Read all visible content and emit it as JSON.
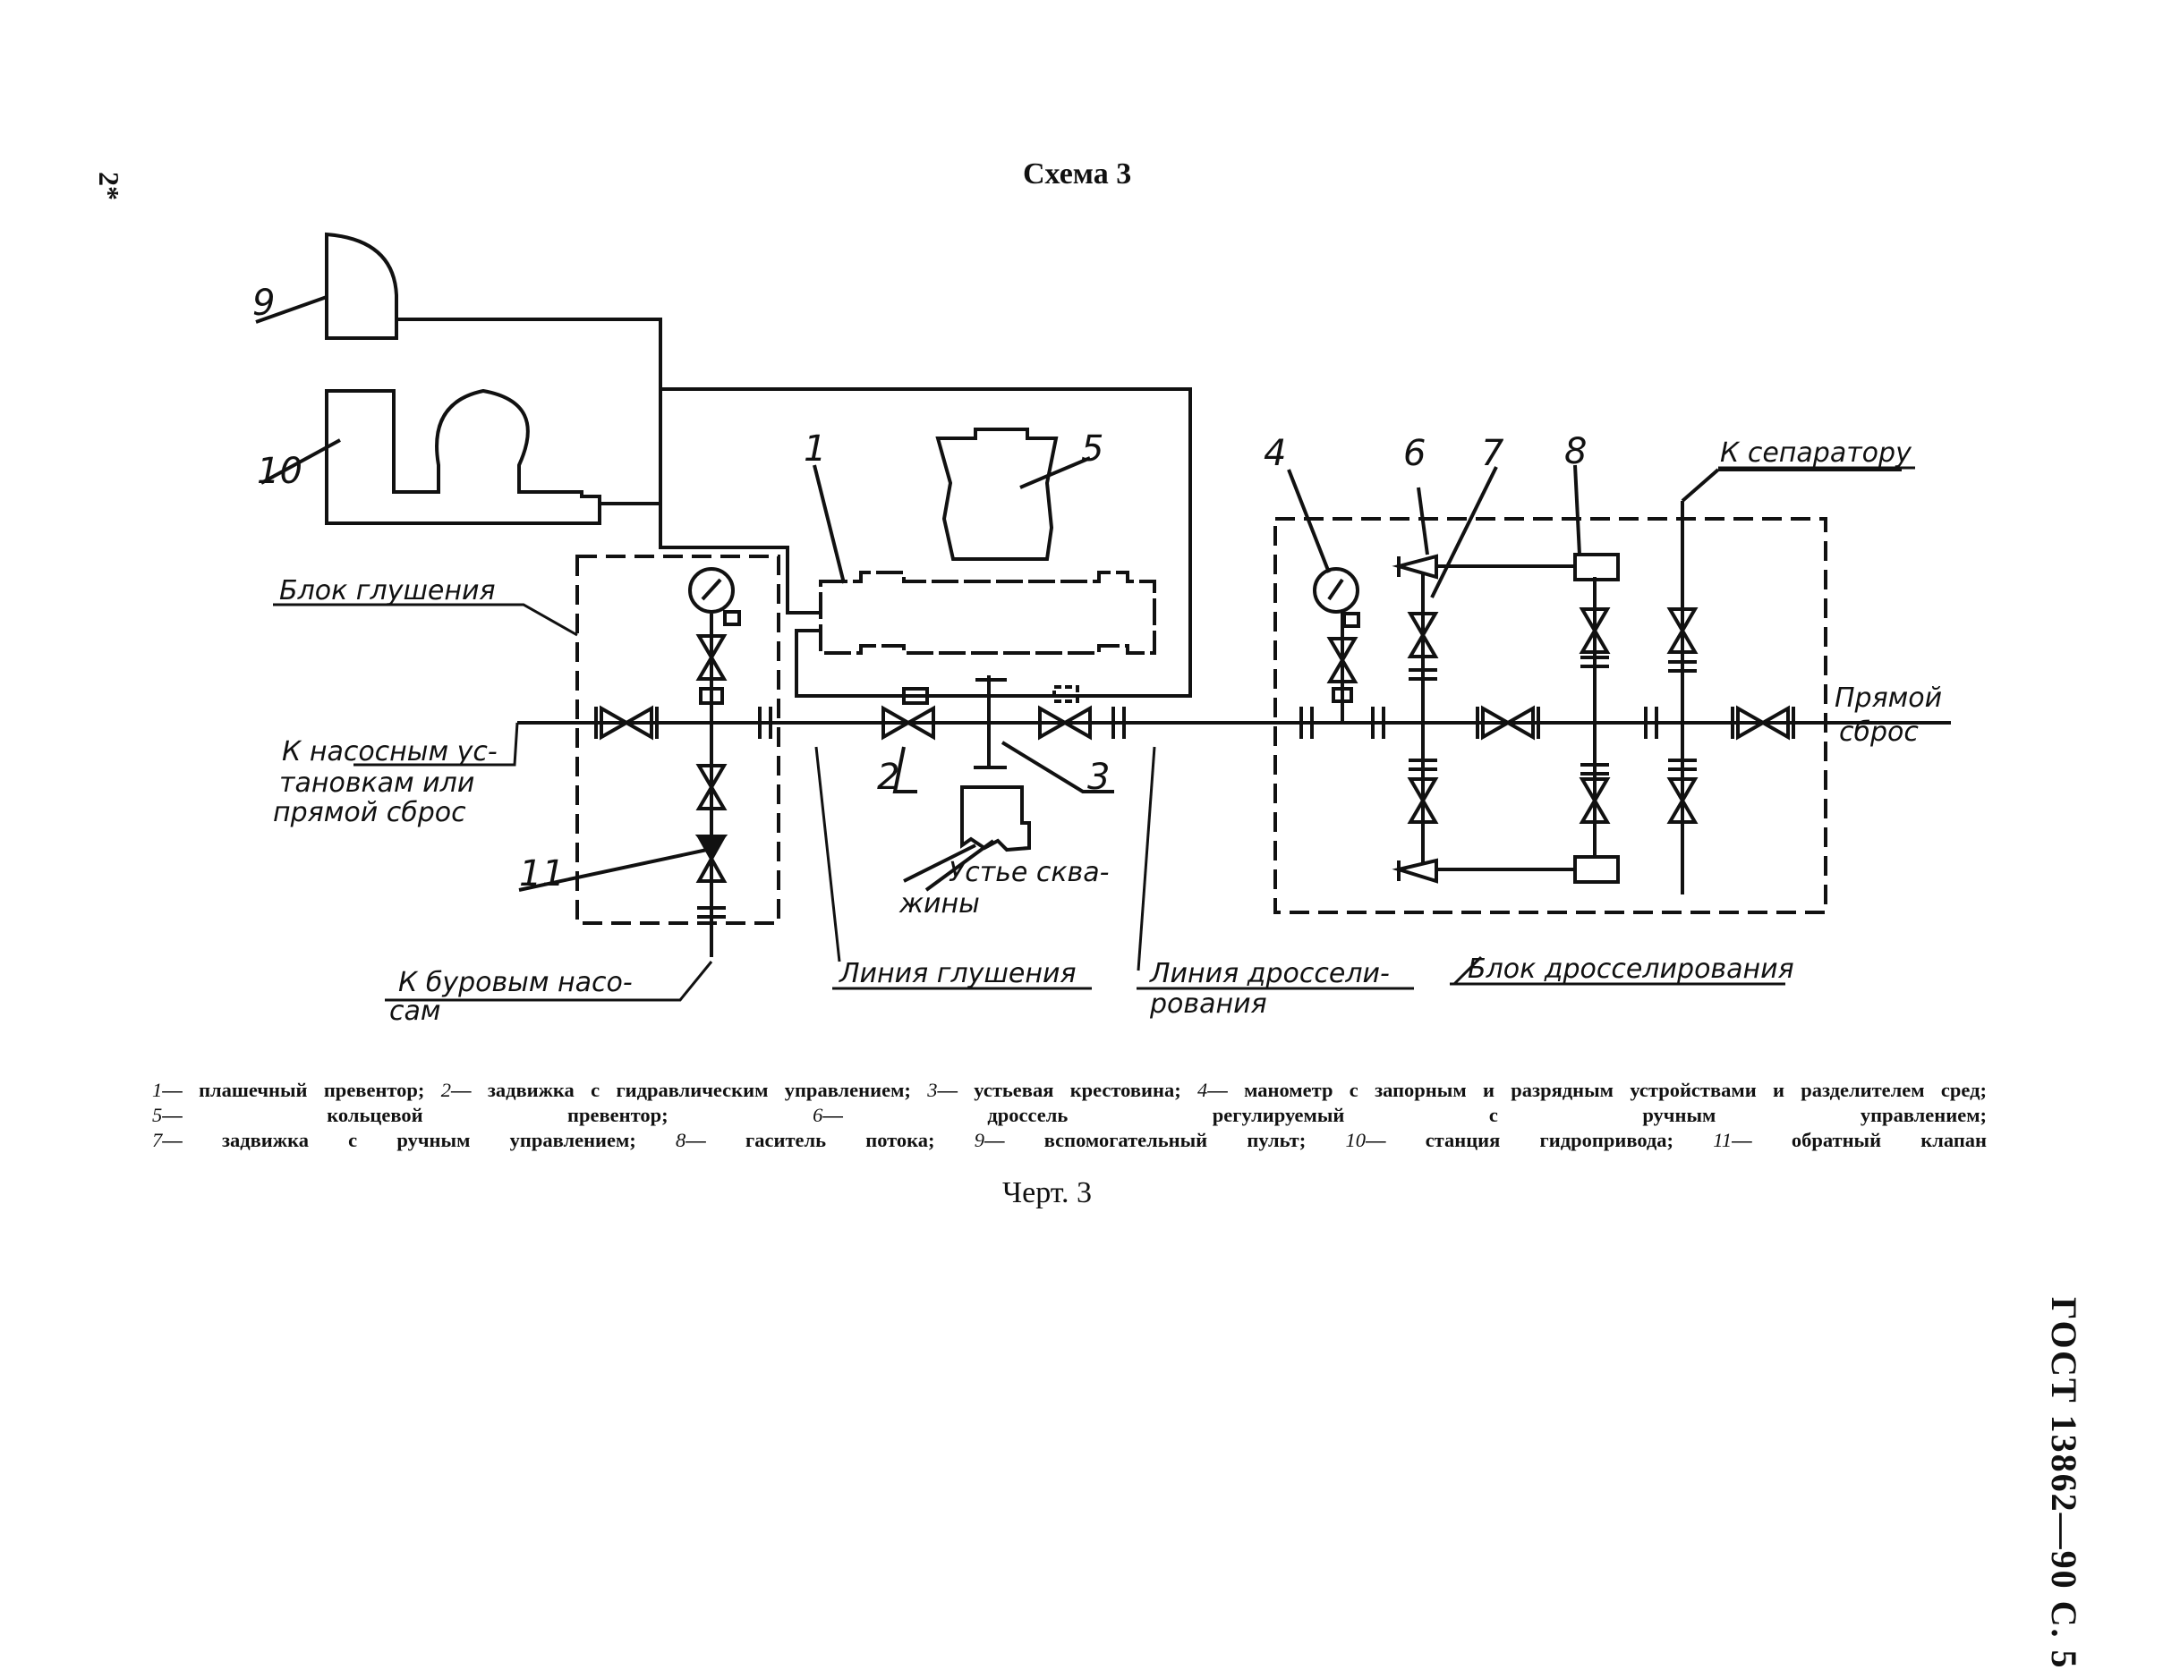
{
  "title": "Схема 3",
  "page_marker": "2*",
  "side_standard": "ГОСТ 13862—90 С. 5",
  "figure_label": "Черт. 3",
  "labels": {
    "n1": "1",
    "n2": "2",
    "n3": "3",
    "n4": "4",
    "n5": "5",
    "n6": "6",
    "n7": "7",
    "n8": "8",
    "n9": "9",
    "n10": "10",
    "n11": "11",
    "kill_block": "Блок глушения",
    "to_pumps_1": "К насосным ус-",
    "to_pumps_2": "тановкам или",
    "to_pumps_3": "прямой сброс",
    "to_mud_pumps_1": "К буровым насо-",
    "to_mud_pumps_2": "сам",
    "kill_line": "Линия глушения",
    "choke_line_1": "Линия дроссели-",
    "choke_line_2": "рования",
    "choke_block": "Блок дросселирования",
    "wellhead_1": "Устье сква-",
    "wellhead_2": "жины",
    "to_separator": "К сепаратору",
    "direct_1": "Прямой",
    "direct_2": "сброс"
  },
  "legend": [
    {
      "num": "1",
      "text": "— плашечный превентор;"
    },
    {
      "num": "2",
      "text": "— задвижка с гидравлическим управлением;"
    },
    {
      "num": "3",
      "text": "— устьевая крестовина;"
    },
    {
      "num": "4",
      "text": "— манометр с запорным и разрядным устройствами и разделителем сред;"
    },
    {
      "num": "5",
      "text": "— кольцевой превентор;"
    },
    {
      "num": "6",
      "text": "— дроссель регулируемый с ручным управлением;"
    },
    {
      "num": "7",
      "text": "— задвижка с ручным управлением;"
    },
    {
      "num": "8",
      "text": "— гаситель потока;"
    },
    {
      "num": "9",
      "text": "— вспомогательный пульт;"
    },
    {
      "num": "10",
      "text": "— станция гидропривода;"
    },
    {
      "num": "11",
      "text": "— обратный клапан"
    }
  ]
}
